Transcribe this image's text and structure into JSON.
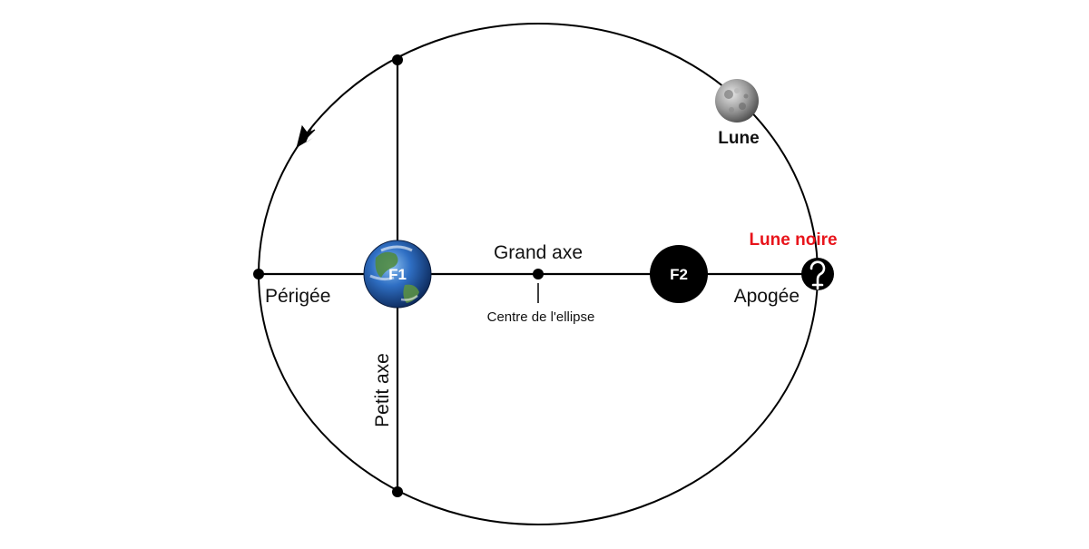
{
  "diagram": {
    "labels": {
      "perigee": "Périgée",
      "apogee": "Apogée",
      "major_axis": "Grand axe",
      "minor_axis": "Petit axe",
      "center": "Centre de l'ellipse",
      "moon": "Lune",
      "black_moon": "Lune noire",
      "focus1": "F1",
      "focus2": "F2"
    },
    "colors": {
      "line": "#000000",
      "black_moon_label": "#e8141b",
      "focus2_fill": "#000000",
      "earth_ocean": "#2f6fc4",
      "moon_surface": "#9a9a9a"
    },
    "icons": {
      "black_moon_symbol": "lilith-glyph",
      "earth": "earth-globe",
      "moon": "moon-sphere",
      "orbit_direction": "arrowhead"
    }
  }
}
